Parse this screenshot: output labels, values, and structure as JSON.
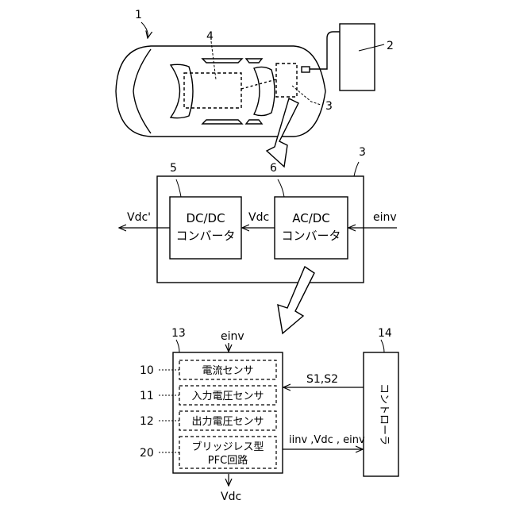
{
  "top": {
    "vehicle_ref": "1",
    "charger_ref": "2",
    "module_ref": "3",
    "battery_ref": "4"
  },
  "middle": {
    "module_ref": "3",
    "dcdc_ref": "5",
    "acdc_ref": "6",
    "dcdc_line1": "DC/DC",
    "dcdc_line2": "コンバータ",
    "acdc_line1": "AC/DC",
    "acdc_line2": "コンバータ",
    "vdc_out": "Vdc'",
    "vdc_mid": "Vdc",
    "einv_in": "einv"
  },
  "bottom": {
    "pfc_ref": "13",
    "controller_ref": "14",
    "einv_top": "einv",
    "vdc_bottom": "Vdc",
    "controller_label": "コントローラ",
    "signals_s": "S1,S2",
    "signals_meas": "iinv ,Vdc , einv",
    "blocks": [
      {
        "ref": "10",
        "label": "電流センサ"
      },
      {
        "ref": "11",
        "label": "入力電圧センサ"
      },
      {
        "ref": "12",
        "label": "出力電圧センサ"
      },
      {
        "ref": "20",
        "label": "ブリッジレス型",
        "label2": "PFC回路"
      }
    ]
  }
}
